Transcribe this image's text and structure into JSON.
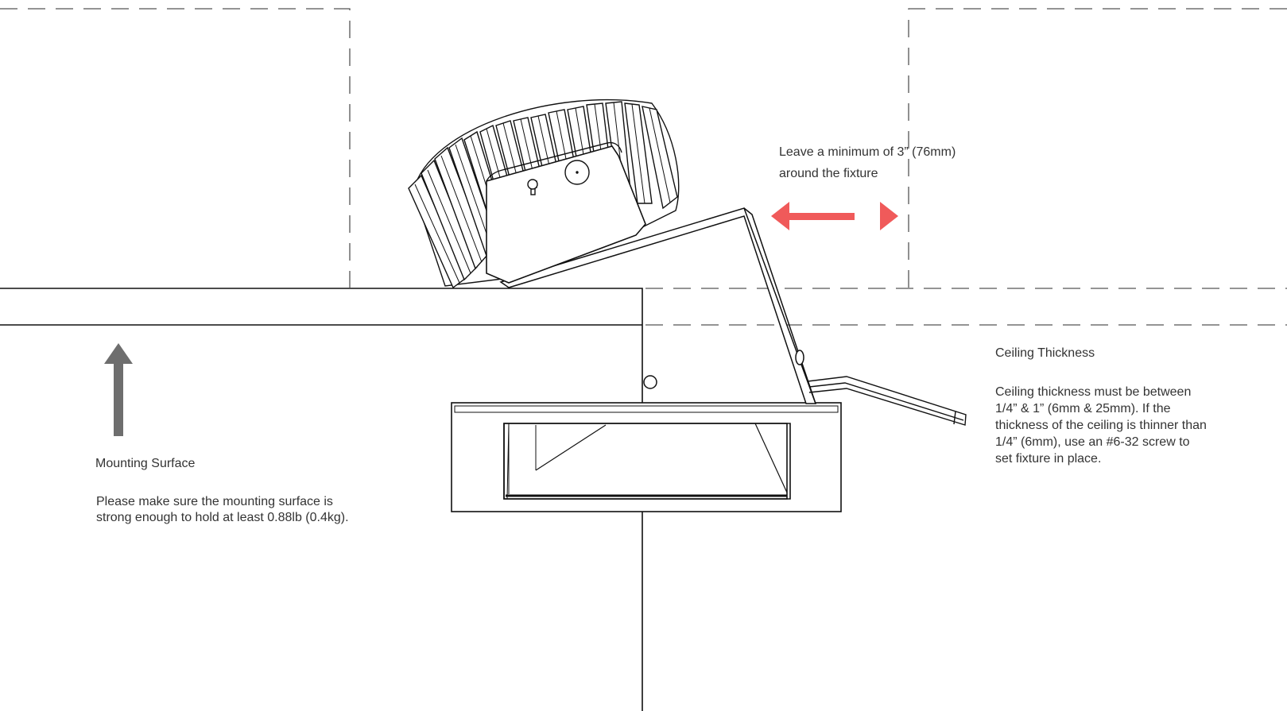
{
  "clearance": {
    "line1": "Leave a minimum of 3” (76mm)",
    "line2": "around the fixture",
    "arrow_color": "#f05a5a"
  },
  "ceiling": {
    "heading": "Ceiling Thickness",
    "body": "Ceiling thickness must be between\n1/4” & 1” (6mm & 25mm). If the\nthickness of the ceiling is thinner than\n1/4” (6mm), use an #6-32 screw to\nset fixture in place."
  },
  "mounting": {
    "heading": "Mounting Surface",
    "body": "Please make sure the mounting surface is\nstrong enough to hold at least 0.88lb (0.4kg).",
    "arrow_color": "#6e6e6e"
  }
}
